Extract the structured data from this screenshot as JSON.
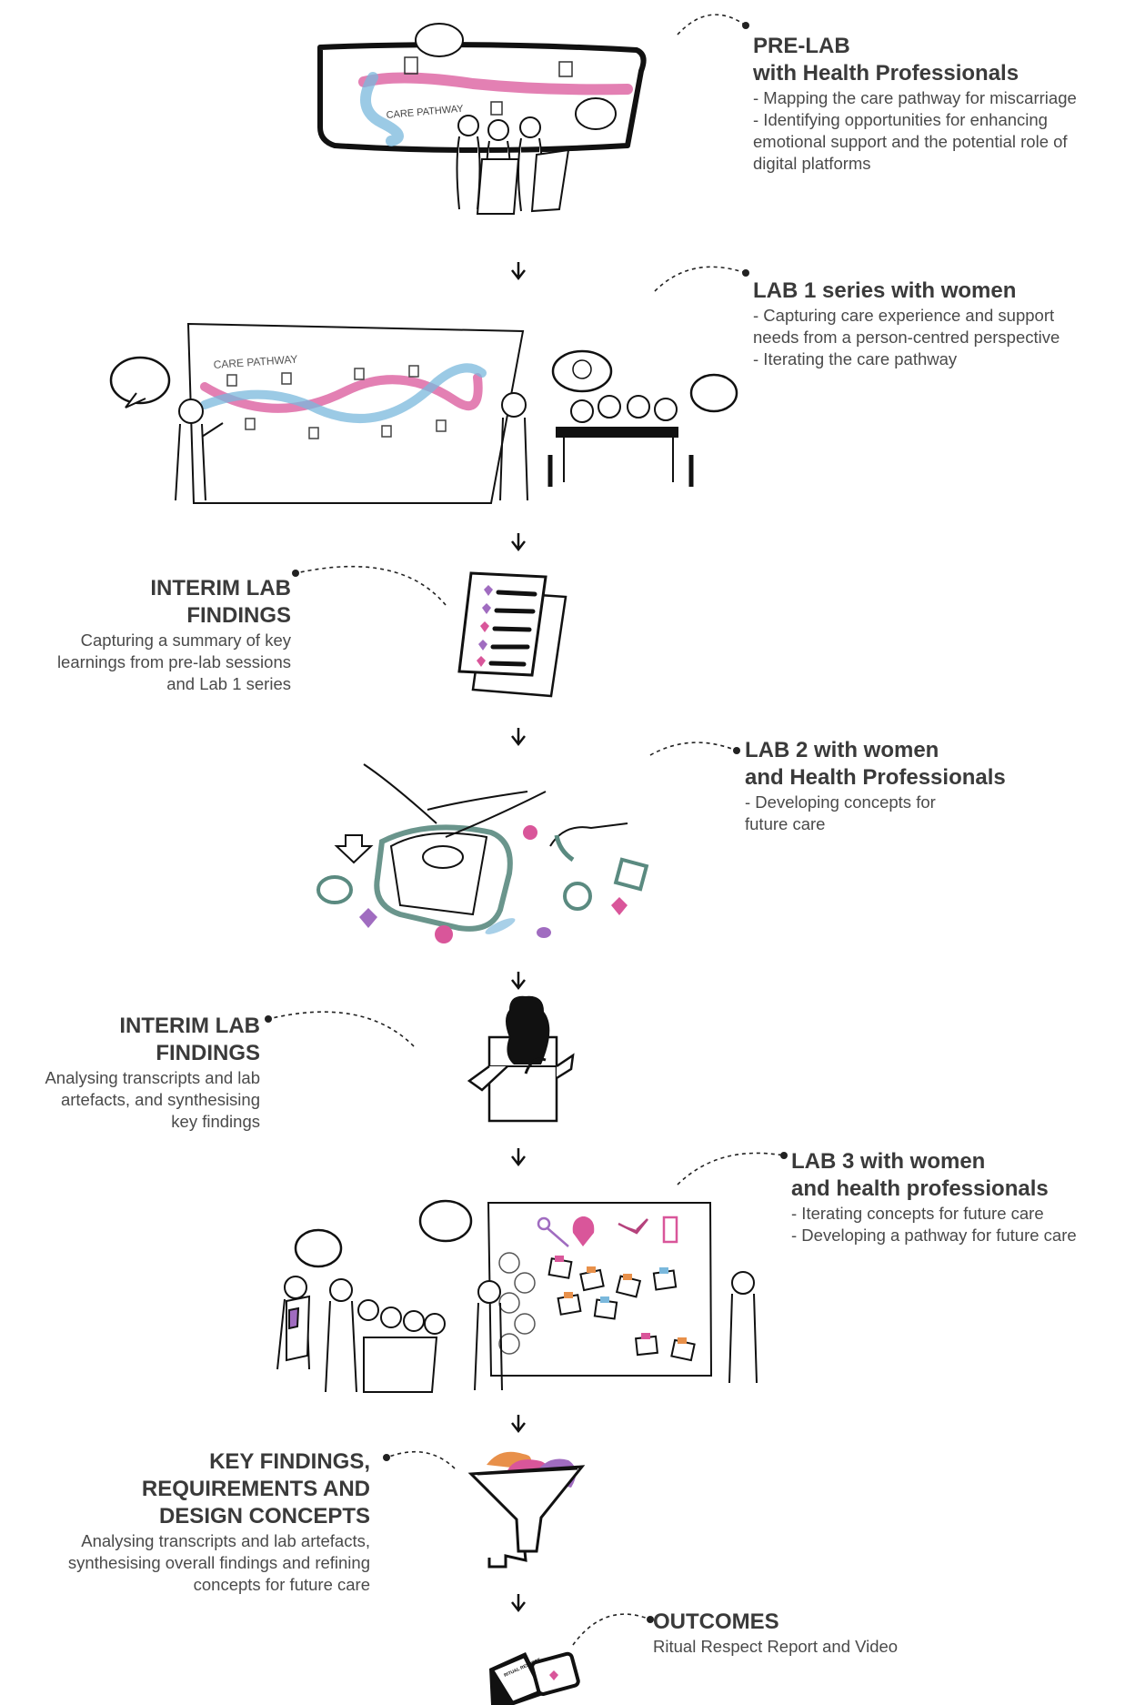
{
  "stages": [
    {
      "id": "pre_lab",
      "title_lines": [
        "PRE-LAB",
        "with Health Professionals"
      ],
      "desc_lines": [
        "- Mapping the care pathway for miscarriage",
        "- Identifying opportunities for enhancing",
        "emotional support and the potential role of",
        "digital platforms"
      ],
      "board_text": "CARE PATHWAY"
    },
    {
      "id": "lab1",
      "title_lines": [
        "LAB 1 series with women"
      ],
      "desc_lines": [
        "- Capturing care experience and support",
        "needs from a person-centred perspective",
        "- Iterating the care pathway"
      ],
      "board_text": "CARE PATHWAY"
    },
    {
      "id": "interim1",
      "title_lines": [
        "INTERIM LAB",
        "FINDINGS"
      ],
      "desc_lines": [
        "Capturing a summary of key",
        "learnings from pre-lab sessions",
        "and Lab 1 series"
      ]
    },
    {
      "id": "lab2",
      "title_lines": [
        "LAB 2 with women",
        "and Health Professionals"
      ],
      "desc_lines": [
        "- Developing concepts for",
        "future care"
      ]
    },
    {
      "id": "interim2",
      "title_lines": [
        "INTERIM LAB",
        "FINDINGS"
      ],
      "desc_lines": [
        "Analysing transcripts and lab",
        "artefacts, and synthesising",
        "key findings"
      ]
    },
    {
      "id": "lab3",
      "title_lines": [
        "LAB 3 with women",
        "and health professionals"
      ],
      "desc_lines": [
        "- Iterating concepts for future care",
        "- Developing a pathway for future care"
      ]
    },
    {
      "id": "key_findings",
      "title_lines": [
        "KEY FINDINGS,",
        "REQUIREMENTS AND",
        "DESIGN CONCEPTS"
      ],
      "desc_lines": [
        "Analysing transcripts and lab artefacts,",
        "synthesising overall findings and refining",
        "concepts for future care"
      ]
    },
    {
      "id": "outcomes",
      "title_lines": [
        "OUTCOMES"
      ],
      "desc_lines": [
        "Ritual Respect Report and Video"
      ],
      "book_text": "RITUAL RESPECT"
    }
  ],
  "colors": {
    "pink": "#d9569a",
    "blue": "#7ab8dc",
    "purple": "#a06cc0",
    "orange": "#e8904a",
    "ink": "#111111",
    "text": "#3a3a3a"
  }
}
